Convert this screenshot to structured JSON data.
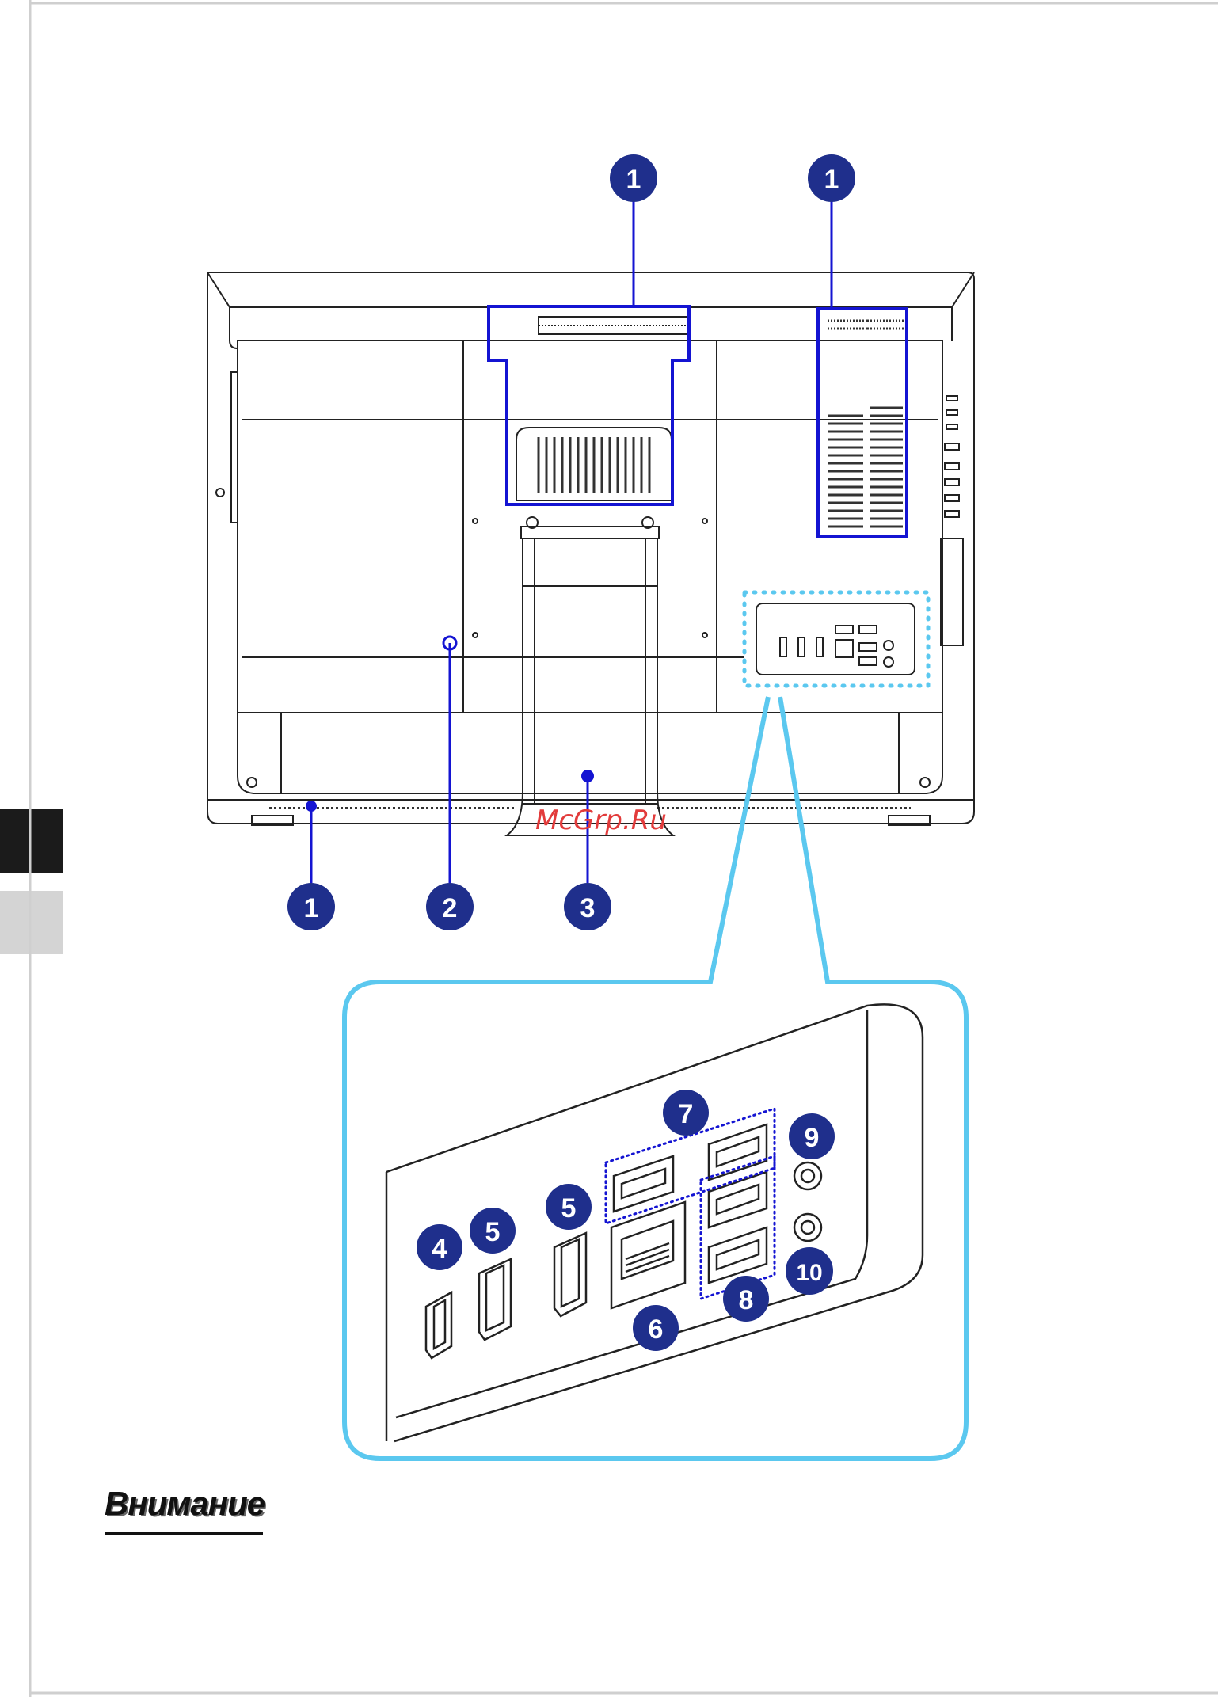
{
  "watermark": "McGrp.Ru",
  "note_heading": "Внимание",
  "callouts": {
    "c1_top_a": "1",
    "c1_top_b": "1",
    "c1_bottom": "1",
    "c2": "2",
    "c3": "3",
    "c4": "4",
    "c5_a": "5",
    "c5_b": "5",
    "c6": "6",
    "c7": "7",
    "c8": "8",
    "c9": "9",
    "c10": "10"
  },
  "colors": {
    "callout_fill": "#1f2f8c",
    "highlight_blue": "#1414d2",
    "zoom_outline": "#5bc8ef",
    "line": "#222222",
    "watermark": "#e23b3b"
  },
  "icons": [
    "hdmi-port-icon",
    "displayport-icon",
    "lan-port-icon",
    "usb-port-icon",
    "audio-jack-icon"
  ]
}
